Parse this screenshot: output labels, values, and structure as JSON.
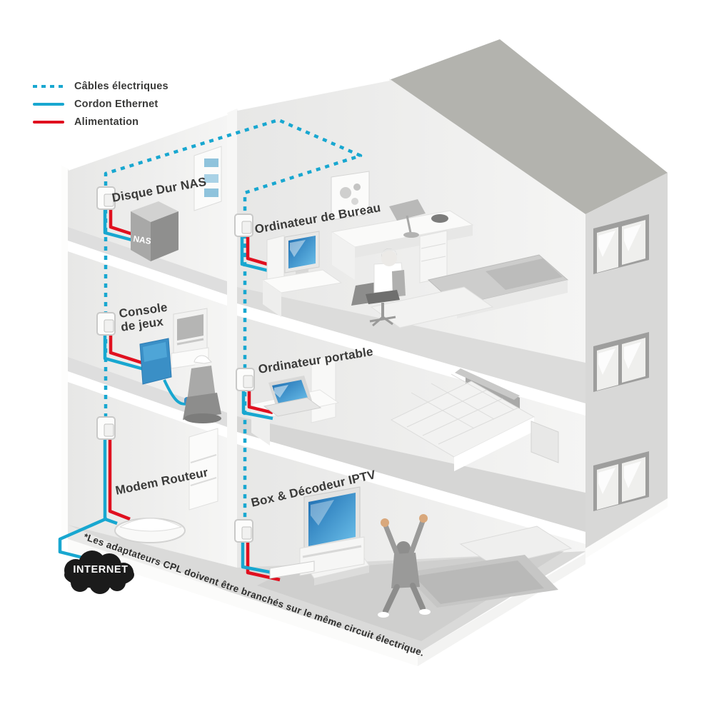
{
  "legend": {
    "items": [
      {
        "id": "electric-cables",
        "label": "Câbles électriques",
        "style": "dotted",
        "color": "#18a7d0"
      },
      {
        "id": "ethernet-cord",
        "label": "Cordon Ethernet",
        "style": "solid",
        "color": "#18a7d0"
      },
      {
        "id": "power",
        "label": "Alimentation",
        "style": "solid",
        "color": "#e0101f"
      }
    ]
  },
  "rooms": {
    "nas_label": "Disque Dur NAS",
    "desktop_label": "Ordinateur de Bureau",
    "console_label_line1": "Console",
    "console_label_line2": "de jeux",
    "laptop_label": "Ordinateur portable",
    "modem_label": "Modem Routeur",
    "iptv_label": "Box & Décodeur IPTV"
  },
  "devices": {
    "nas_badge": "NAS"
  },
  "internet_label": "INTERNET",
  "footnote": "*Les adaptateurs CPL doivent être branchés sur le même circuit électrique.",
  "colors": {
    "ethernet_blue": "#18a7d0",
    "power_red": "#e0101f",
    "label_text": "#3a3a39",
    "cloud_black": "#1b1b1b",
    "roof_gray": "#b3b3ae"
  }
}
